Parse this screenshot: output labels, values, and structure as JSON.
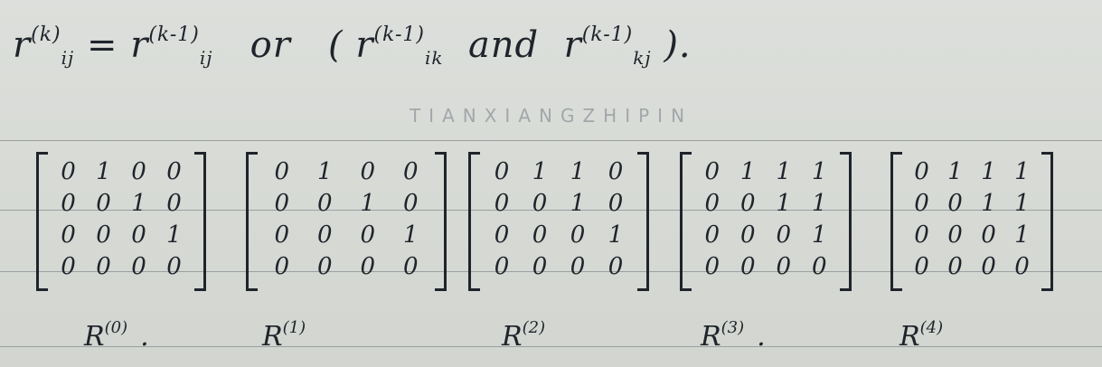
{
  "formula": {
    "lhs_base": "r",
    "lhs_sup": "(k)",
    "lhs_sub": "ij",
    "eq": "=",
    "t1_base": "r",
    "t1_sup": "(k-1)",
    "t1_sub": "ij",
    "or": "or",
    "paren_open": "(",
    "t2_base": "r",
    "t2_sup": "(k-1)",
    "t2_sub": "ik",
    "and": "and",
    "t3_base": "r",
    "t3_sup": "(k-1)",
    "t3_sub": "kj",
    "paren_close": ")."
  },
  "brand": "TIANXIANGZHIPIN",
  "matrices": [
    {
      "label_base": "R",
      "label_sup": "(0)",
      "trail": ".",
      "rows": [
        [
          "0",
          "1",
          "0",
          "0"
        ],
        [
          "0",
          "0",
          "1",
          "0"
        ],
        [
          "0",
          "0",
          "0",
          "1"
        ],
        [
          "0",
          "0",
          "0",
          "0"
        ]
      ]
    },
    {
      "label_base": "R",
      "label_sup": "(1)",
      "trail": "",
      "rows": [
        [
          "0",
          "1",
          "0",
          "0"
        ],
        [
          "0",
          "0",
          "1",
          "0"
        ],
        [
          "0",
          "0",
          "0",
          "1"
        ],
        [
          "0",
          "0",
          "0",
          "0"
        ]
      ]
    },
    {
      "label_base": "R",
      "label_sup": "(2)",
      "trail": "",
      "rows": [
        [
          "0",
          "1",
          "1",
          "0"
        ],
        [
          "0",
          "0",
          "1",
          "0"
        ],
        [
          "0",
          "0",
          "0",
          "1"
        ],
        [
          "0",
          "0",
          "0",
          "0"
        ]
      ]
    },
    {
      "label_base": "R",
      "label_sup": "(3)",
      "trail": ".",
      "rows": [
        [
          "0",
          "1",
          "1",
          "1"
        ],
        [
          "0",
          "0",
          "1",
          "1"
        ],
        [
          "0",
          "0",
          "0",
          "1"
        ],
        [
          "0",
          "0",
          "0",
          "0"
        ]
      ]
    },
    {
      "label_base": "R",
      "label_sup": "(4)",
      "trail": "",
      "rows": [
        [
          "0",
          "1",
          "1",
          "1"
        ],
        [
          "0",
          "0",
          "1",
          "1"
        ],
        [
          "0",
          "0",
          "0",
          "1"
        ],
        [
          "0",
          "0",
          "0",
          "0"
        ]
      ]
    }
  ]
}
